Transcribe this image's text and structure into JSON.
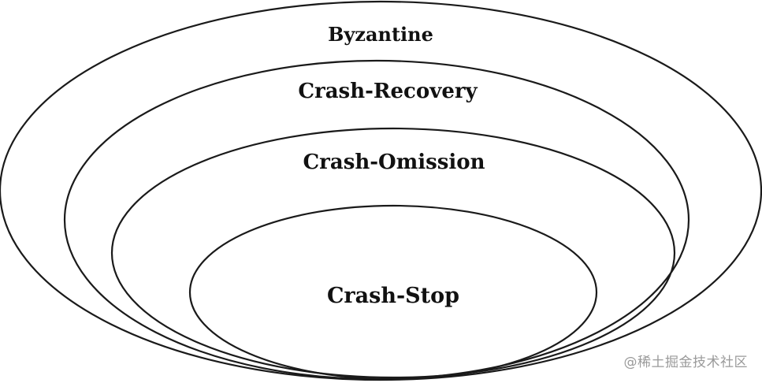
{
  "diagram": {
    "rings": [
      {
        "id": "byzantine",
        "label": "Byzantine"
      },
      {
        "id": "crash-recovery",
        "label": "Crash-Recovery"
      },
      {
        "id": "crash-omission",
        "label": "Crash-Omission"
      },
      {
        "id": "crash-stop",
        "label": "Crash-Stop"
      }
    ]
  },
  "watermark": "@稀土掘金技术社区"
}
